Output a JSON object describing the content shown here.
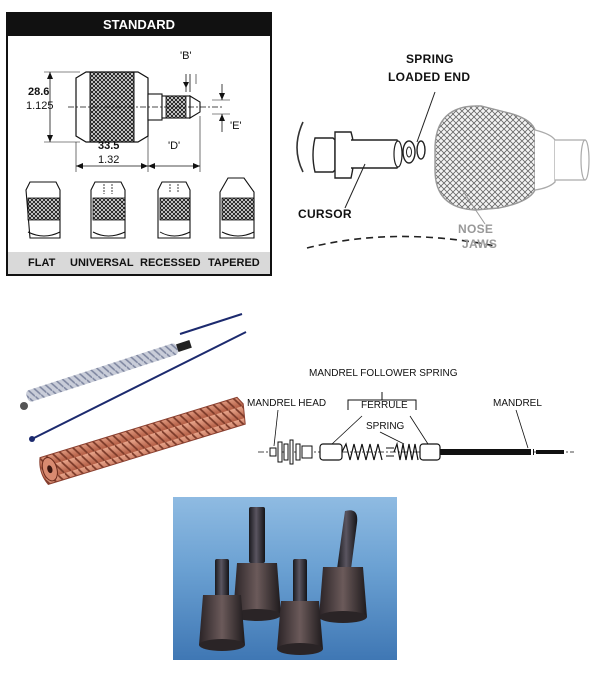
{
  "standard": {
    "title": "STANDARD",
    "dims": {
      "height_mm": "28.6",
      "height_in": "1.125",
      "length_mm": "33.5",
      "length_in": "1.32",
      "b": "'B'",
      "d": "'D'",
      "e": "'E'"
    },
    "types": [
      "FLAT",
      "UNIVERSAL",
      "RECESSED",
      "TAPERED"
    ]
  },
  "spring_diagram": {
    "spring_loaded_end": [
      "SPRING",
      "LOADED END"
    ],
    "cursor": "CURSOR",
    "nose_jaws": [
      "NOSE",
      "JAWS"
    ]
  },
  "mandrel_diagram": {
    "follower_spring": "MANDREL FOLLOWER SPRING",
    "mandrel_head": "MANDREL HEAD",
    "ferrule": "FERRULE",
    "spring": "SPRING",
    "mandrel": "MANDREL"
  },
  "colors": {
    "crosshatch": "#333333",
    "copper": "#c8745a",
    "mandrel_blue": "#1c2a6e",
    "photo_bg": "#5e95cc"
  }
}
